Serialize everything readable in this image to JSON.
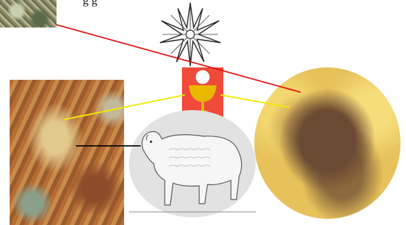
{
  "caption": "g                    g",
  "elements": {
    "top_left_image": "fresco-fragment",
    "left_image": "painting-detail",
    "star_image": "eight-pointed-star",
    "chalice_image": "chalice-and-host",
    "lamb_image": "lamb-engraving",
    "face_image": "pixelated-face"
  },
  "colors": {
    "red_line": "#e01010",
    "yellow_line": "#f2ea00",
    "black_line": "#000000",
    "chalice_background": "#f04a3a",
    "chalice_gold": "#e8b800"
  }
}
